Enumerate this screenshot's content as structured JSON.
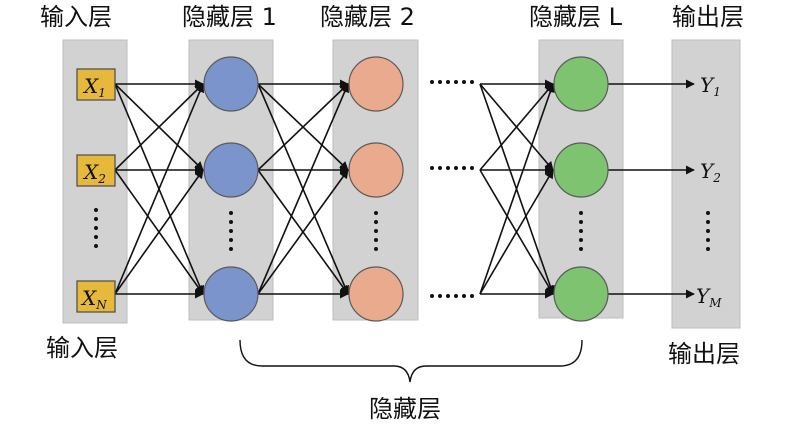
{
  "titles": {
    "input_top": "输入层",
    "hidden1": "隐藏层 1",
    "hidden2": "隐藏层 2",
    "hiddenL": "隐藏层  L",
    "output_top": "输出层"
  },
  "captions": {
    "input_bottom": "输入层",
    "output_bottom": "输出层",
    "hidden_group": "隐藏层"
  },
  "inputs": [
    {
      "main": "X",
      "sub": "1"
    },
    {
      "main": "X",
      "sub": "2"
    },
    {
      "main": "X",
      "sub": "N"
    }
  ],
  "outputs": [
    {
      "main": "Y",
      "sub": "1"
    },
    {
      "main": "Y",
      "sub": "2"
    },
    {
      "main": "Y",
      "sub": "M"
    }
  ],
  "colors": {
    "panel": "#d2d2d2",
    "input_box": "#e6b83c",
    "hidden1": "#7b95cc",
    "hidden2": "#eaaa8e",
    "hiddenL": "#7ec36f",
    "arrow": "#111111"
  }
}
